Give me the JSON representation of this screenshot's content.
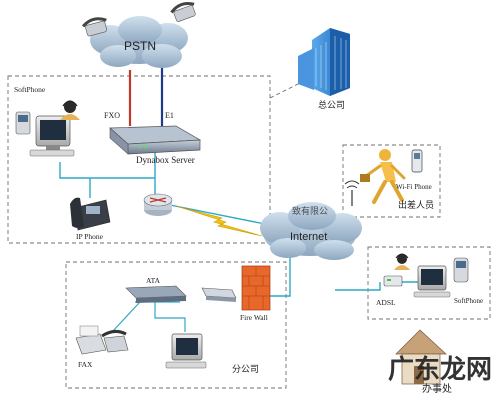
{
  "labels": {
    "pstn": "PSTN",
    "fxo": "FXO",
    "e1": "E1",
    "server": "Dynabox Server",
    "softphone_top": "SoftPhone",
    "ip_phone": "IP Phone",
    "hq": "总公司",
    "wifi_phone": "Wi-Fi Phone",
    "travel": "出差人员",
    "internet": "Internet",
    "watermark": "致有限公",
    "ata": "ATA",
    "firewall": "Fire Wall",
    "fax": "FAX",
    "branch": "分公司",
    "adsl": "ADSL",
    "softphone_right": "SoftPhone",
    "office": "办事处",
    "brand": "广东龙网"
  },
  "colors": {
    "lan_line": "#2fa8c8",
    "fxo_line": "#c0392b",
    "e1_line": "#1e3a8a",
    "vpn_bolt": "#f1c40f",
    "cloud": "#9fb6cc",
    "building": "#2e7fd0",
    "firewall": "#e8672a",
    "brand": "#d4201b"
  },
  "icons": [
    "cloud-icon",
    "building-icon",
    "server-icon",
    "router-icon",
    "firewall-icon",
    "computer-icon",
    "phone-icon",
    "fax-icon",
    "person-icon",
    "headset-icon",
    "house-icon",
    "switch-icon"
  ]
}
